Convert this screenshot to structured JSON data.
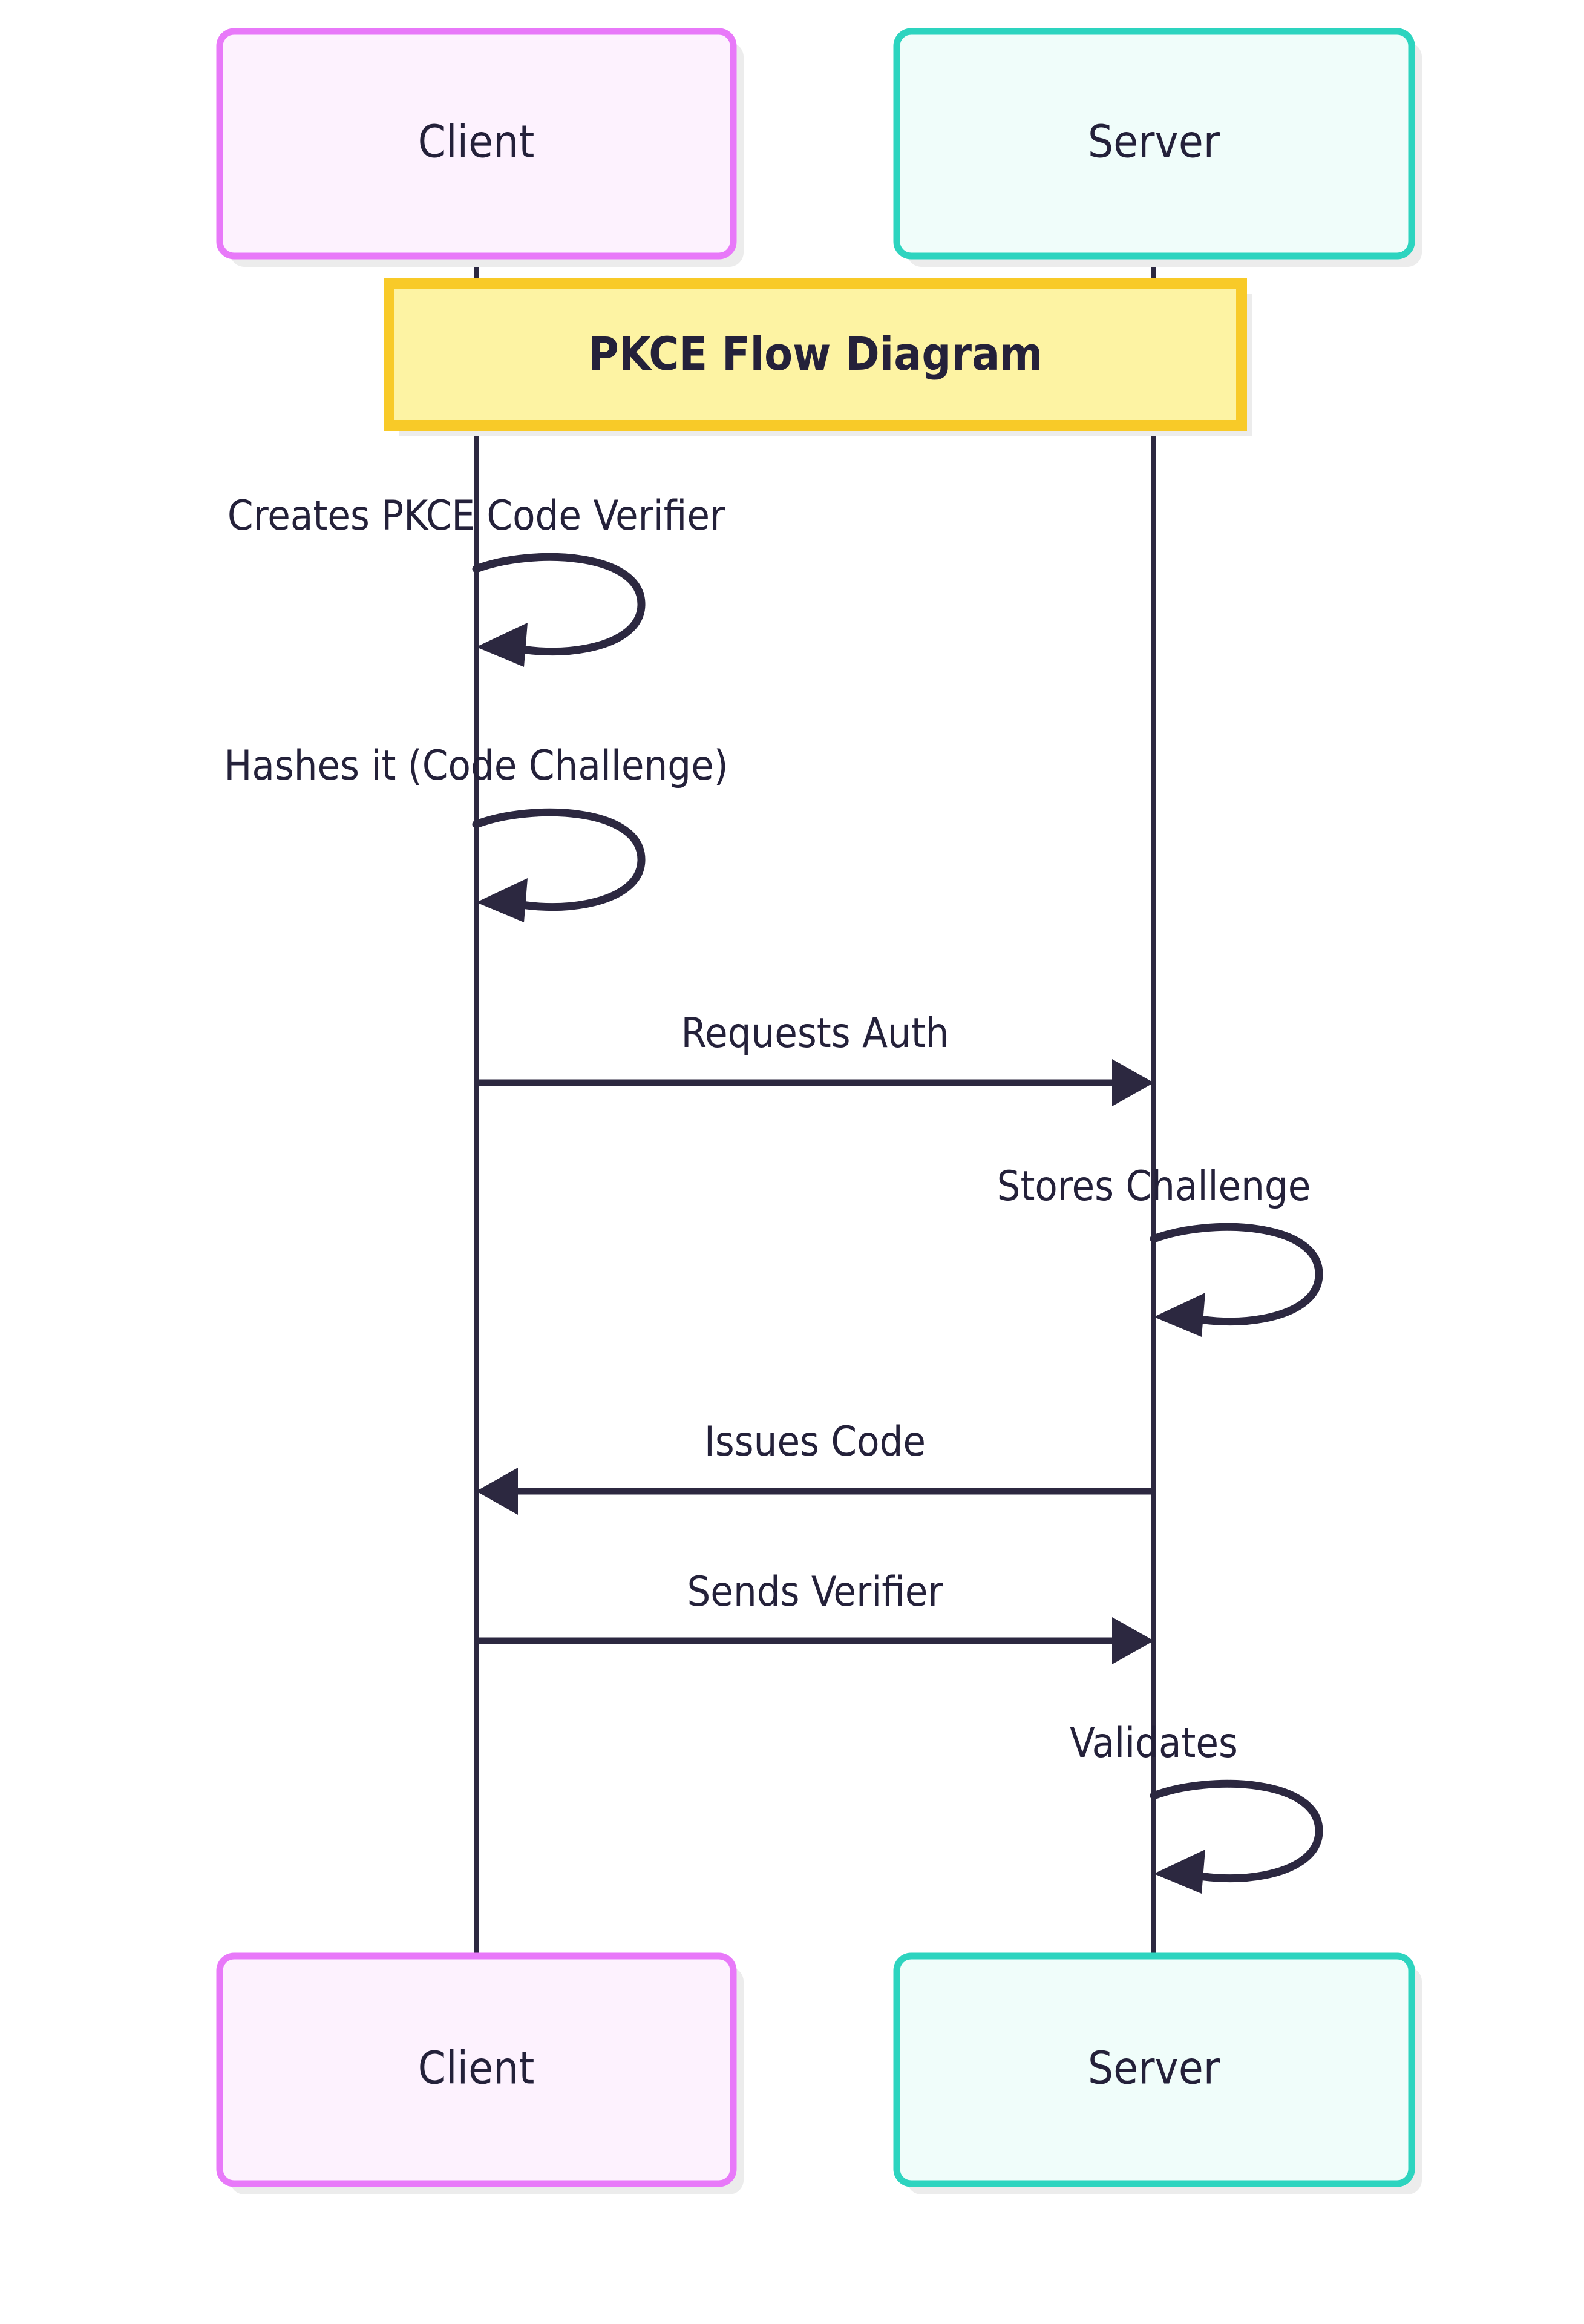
{
  "diagram": {
    "type": "sequence-diagram",
    "title": "PKCE Flow Diagram",
    "background_color": "#ffffff",
    "line_color": "#2c2840",
    "text_color": "#24213a"
  },
  "banner": {
    "label": "PKCE Flow Diagram",
    "fill_color": "#fdf3a3",
    "border_color": "#f8ca28"
  },
  "participants": [
    {
      "id": "client",
      "top_label": "Client",
      "bottom_label": "Client",
      "fill_color": "#fdf2fe",
      "border_color": "#e879f9"
    },
    {
      "id": "server",
      "top_label": "Server",
      "bottom_label": "Server",
      "fill_color": "#f0fdfa",
      "border_color": "#2dd4bf"
    }
  ],
  "messages": [
    {
      "index": 1,
      "label": "Creates PKCE Code Verifier",
      "from": "client",
      "to": "client",
      "kind": "self-loop",
      "direction": "self"
    },
    {
      "index": 2,
      "label": "Hashes it (Code Challenge)",
      "from": "client",
      "to": "client",
      "kind": "self-loop",
      "direction": "self"
    },
    {
      "index": 3,
      "label": "Requests Auth",
      "from": "client",
      "to": "server",
      "kind": "solid-arrow",
      "direction": "right"
    },
    {
      "index": 4,
      "label": "Stores Challenge",
      "from": "server",
      "to": "server",
      "kind": "self-loop",
      "direction": "self"
    },
    {
      "index": 5,
      "label": "Issues Code",
      "from": "server",
      "to": "client",
      "kind": "solid-arrow",
      "direction": "left"
    },
    {
      "index": 6,
      "label": "Sends Verifier",
      "from": "client",
      "to": "server",
      "kind": "solid-arrow",
      "direction": "right"
    },
    {
      "index": 7,
      "label": "Validates",
      "from": "server",
      "to": "server",
      "kind": "self-loop",
      "direction": "self"
    }
  ]
}
